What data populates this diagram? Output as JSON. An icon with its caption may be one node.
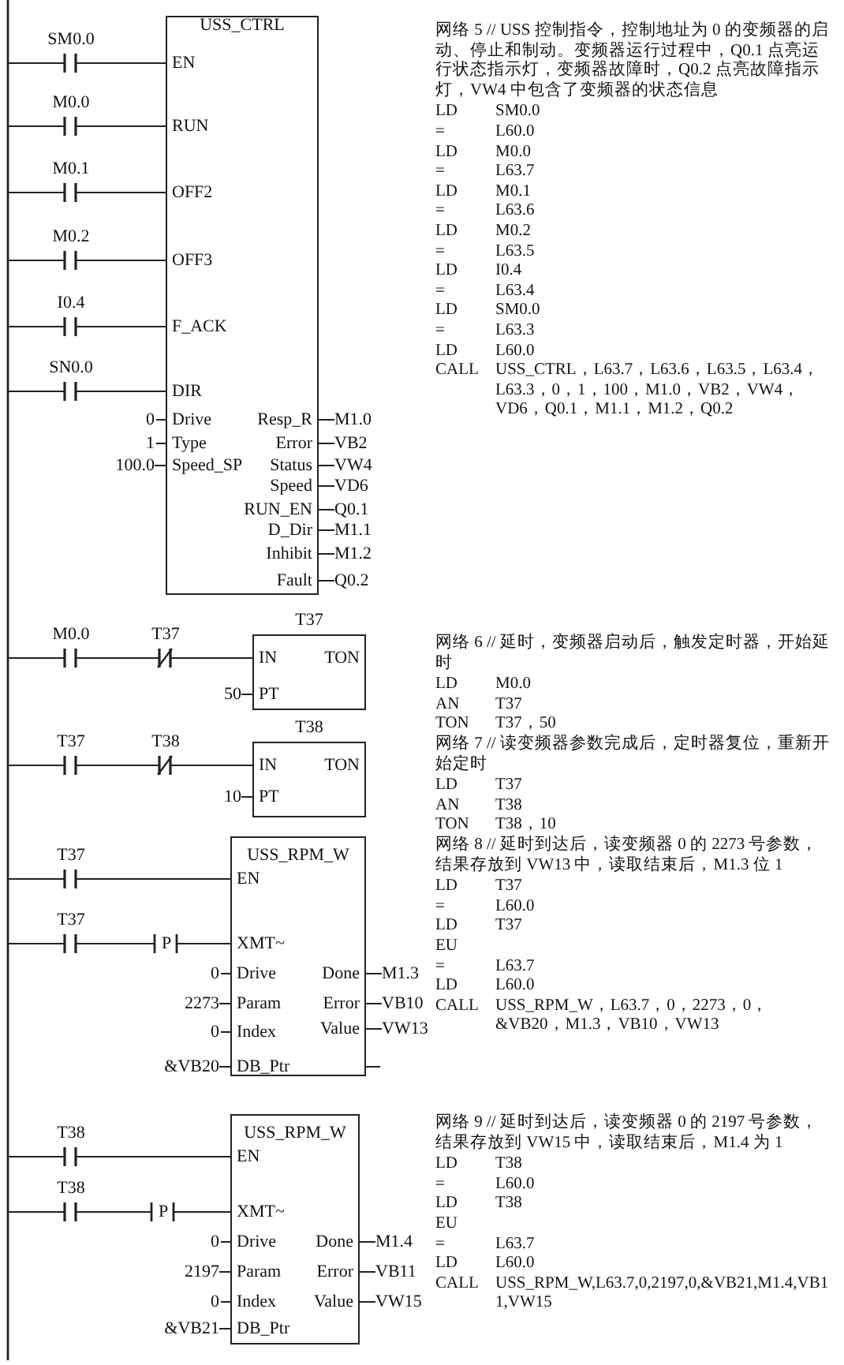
{
  "diagram": {
    "nodes": [
      {
        "text": [
          "USS_CTRL",
          "EN",
          "RUN",
          "OFF2",
          "OFF3",
          "F_ACK",
          "DIR",
          "Drive",
          "Type",
          "Speed_SP",
          "Resp_R",
          "Error",
          "Status",
          "Speed",
          "RUN_EN",
          "D_Dir",
          "Inhibit",
          "Fault"
        ]
      },
      {
        "text": [
          "SM0.0"
        ]
      },
      {
        "text": [
          "M0.0"
        ]
      },
      {
        "text": [
          "M0.1"
        ]
      },
      {
        "text": [
          "M0.2"
        ]
      },
      {
        "text": [
          "I0.4"
        ]
      },
      {
        "text": [
          "SN0.0"
        ]
      },
      {
        "text": [
          "0"
        ]
      },
      {
        "text": [
          "1"
        ]
      },
      {
        "text": [
          "100.0"
        ]
      },
      {
        "text": [
          "M1.0"
        ]
      },
      {
        "text": [
          "VB2"
        ]
      },
      {
        "text": [
          "VW4"
        ]
      },
      {
        "text": [
          "VD6"
        ]
      },
      {
        "text": [
          "Q0.1"
        ]
      },
      {
        "text": [
          "M1.1"
        ]
      },
      {
        "text": [
          "M1.2"
        ]
      },
      {
        "text": [
          "Q0.2"
        ]
      },
      {
        "text": [
          "IN",
          "TON",
          "PT"
        ],
        "beside": [
          "T37"
        ]
      },
      {
        "text": [
          "M0.0"
        ]
      },
      {
        "text": [
          "T37"
        ]
      },
      {
        "text": [
          "50"
        ]
      },
      {
        "text": [
          "IN",
          "TON",
          "PT"
        ],
        "beside": [
          "T38"
        ]
      },
      {
        "text": [
          "T37"
        ]
      },
      {
        "text": [
          "T38"
        ]
      },
      {
        "text": [
          "10"
        ]
      },
      {
        "text": [
          "USS_RPM_W",
          "EN",
          "XMT~",
          "Drive",
          "Param",
          "Index",
          "DB_Ptr",
          "Done",
          "Error",
          "Value"
        ]
      },
      {
        "text": [
          "T37"
        ]
      },
      {
        "text": [
          "T37"
        ]
      },
      {
        "text": [
          "P"
        ]
      },
      {
        "text": [
          "0"
        ]
      },
      {
        "text": [
          "2273"
        ]
      },
      {
        "text": [
          "0"
        ]
      },
      {
        "text": [
          "&VB20"
        ]
      },
      {
        "text": [
          "M1.3"
        ]
      },
      {
        "text": [
          "VB10"
        ]
      },
      {
        "text": [
          "VW13"
        ]
      },
      {
        "text": [
          "USS_RPM_W",
          "EN",
          "XMT~",
          "Drive",
          "Param",
          "Index",
          "DB_Ptr",
          "Done",
          "Error",
          "Value"
        ]
      },
      {
        "text": [
          "T38"
        ]
      },
      {
        "text": [
          "T38"
        ]
      },
      {
        "text": [
          "P"
        ]
      },
      {
        "text": [
          "0"
        ]
      },
      {
        "text": [
          "2197"
        ]
      },
      {
        "text": [
          "0"
        ]
      },
      {
        "text": [
          "&VB21"
        ]
      },
      {
        "text": [
          "M1.4"
        ]
      },
      {
        "text": [
          "VB11"
        ]
      },
      {
        "text": [
          "VW15"
        ]
      }
    ],
    "edges": [
      {
        "from": null,
        "to": 1,
        "arrow": "none"
      },
      {
        "from": 1,
        "to": 0,
        "arrow": "none"
      },
      {
        "from": null,
        "to": 2,
        "arrow": "none"
      },
      {
        "from": 2,
        "to": 0,
        "arrow": "none"
      },
      {
        "from": null,
        "to": 3,
        "arrow": "none"
      },
      {
        "from": 3,
        "to": 0,
        "arrow": "none"
      },
      {
        "from": null,
        "to": 4,
        "arrow": "none"
      },
      {
        "from": 4,
        "to": 0,
        "arrow": "none"
      },
      {
        "from": null,
        "to": 5,
        "arrow": "none"
      },
      {
        "from": 5,
        "to": 0,
        "arrow": "none"
      },
      {
        "from": null,
        "to": 6,
        "arrow": "none"
      },
      {
        "from": 6,
        "to": 0,
        "arrow": "none"
      },
      {
        "from": 7,
        "to": 0,
        "arrow": "none"
      },
      {
        "from": 8,
        "to": 0,
        "arrow": "none"
      },
      {
        "from": 9,
        "to": 0,
        "arrow": "none"
      },
      {
        "from": 0,
        "to": 10,
        "arrow": "none"
      },
      {
        "from": 0,
        "to": 11,
        "arrow": "none"
      },
      {
        "from": 0,
        "to": 12,
        "arrow": "none"
      },
      {
        "from": 0,
        "to": 13,
        "arrow": "none"
      },
      {
        "from": 0,
        "to": 14,
        "arrow": "none"
      },
      {
        "from": 0,
        "to": 15,
        "arrow": "none"
      },
      {
        "from": 0,
        "to": 16,
        "arrow": "none"
      },
      {
        "from": 0,
        "to": 17,
        "arrow": "none"
      },
      {
        "from": null,
        "to": 19,
        "arrow": "none"
      },
      {
        "from": 19,
        "to": 20,
        "arrow": "none"
      },
      {
        "from": 20,
        "to": 18,
        "arrow": "none"
      },
      {
        "from": 21,
        "to": 18,
        "arrow": "none"
      },
      {
        "from": null,
        "to": 23,
        "arrow": "none"
      },
      {
        "from": 23,
        "to": 24,
        "arrow": "none"
      },
      {
        "from": 24,
        "to": 22,
        "arrow": "none"
      },
      {
        "from": 25,
        "to": 22,
        "arrow": "none"
      },
      {
        "from": null,
        "to": 27,
        "arrow": "none"
      },
      {
        "from": 27,
        "to": 26,
        "arrow": "none"
      },
      {
        "from": null,
        "to": 28,
        "arrow": "none"
      },
      {
        "from": 28,
        "to": 29,
        "arrow": "none"
      },
      {
        "from": 29,
        "to": 26,
        "arrow": "none"
      },
      {
        "from": 30,
        "to": 26,
        "arrow": "none"
      },
      {
        "from": 31,
        "to": 26,
        "arrow": "none"
      },
      {
        "from": 32,
        "to": 26,
        "arrow": "none"
      },
      {
        "from": 33,
        "to": 26,
        "arrow": "none"
      },
      {
        "from": 26,
        "to": 34,
        "arrow": "none"
      },
      {
        "from": 26,
        "to": 35,
        "arrow": "none"
      },
      {
        "from": 26,
        "to": 36,
        "arrow": "none"
      },
      {
        "from": 26,
        "to": null,
        "arrow": "none"
      },
      {
        "from": null,
        "to": 38,
        "arrow": "none"
      },
      {
        "from": 38,
        "to": 37,
        "arrow": "none"
      },
      {
        "from": null,
        "to": 39,
        "arrow": "none"
      },
      {
        "from": 39,
        "to": 40,
        "arrow": "none"
      },
      {
        "from": 40,
        "to": 37,
        "arrow": "none"
      },
      {
        "from": 41,
        "to": 37,
        "arrow": "none"
      },
      {
        "from": 42,
        "to": 37,
        "arrow": "none"
      },
      {
        "from": 43,
        "to": 37,
        "arrow": "none"
      },
      {
        "from": 44,
        "to": 37,
        "arrow": "none"
      },
      {
        "from": 37,
        "to": 45,
        "arrow": "none"
      },
      {
        "from": 37,
        "to": 46,
        "arrow": "none"
      },
      {
        "from": 37,
        "to": 47,
        "arrow": "none"
      }
    ],
    "labels": [
      "网络 5 // USS 控制指令，控制地址为 0 的变频器的启动、停止和制动。变频器运行过程中，Q0.1 点亮运行状态指示灯，变频器故障时，Q0.2 点亮故障指示灯，VW4 中包含了变频器的状态信息",
      "LD SM0.0",
      "= L60.0",
      "LD M0.0",
      "= L63.7",
      "LD M0.1",
      "= L63.6",
      "LD M0.2",
      "= L63.5",
      "LD I0.4",
      "= L63.4",
      "LD SM0.0",
      "= L63.3",
      "LD L60.0",
      "CALL USS_CTRL，L63.7，L63.6，L63.5，L63.4，L63.3，0，1，100，M1.0，VB2，VW4，VD6，Q0.1，M1.1，M1.2，Q0.2",
      "网络 6 // 延时，变频器启动后，触发定时器，开始延时",
      "LD M0.0",
      "AN T37",
      "TON T37，50",
      "网络 7 // 读变频器参数完成后，定时器复位，重新开始定时",
      "LD T37",
      "AN T38",
      "TON T38，10",
      "网络 8 // 延时到达后，读变频器 0 的 2273 号参数，结果存放到 VW13 中，读取结束后，M1.3 位 1",
      "LD T37",
      "= L60.0",
      "LD T37",
      "EU",
      "= L63.7",
      "LD L60.0",
      "CALL USS_RPM_W，L63.7，0，2273，0，&VB20，M1.3，VB10，VW13",
      "网络 9 // 延时到达后，读变频器 0 的 2197 号参数，结果存放到 VW15 中，读取结束后，M1.4 为 1",
      "LD T38",
      "= L60.0",
      "LD T38",
      "EU",
      "= L63.7",
      "LD L60.0",
      "CALL USS_RPM_W,L63.7,0,2197,0,&VB21,M1.4,VB11,VW15"
    ]
  }
}
